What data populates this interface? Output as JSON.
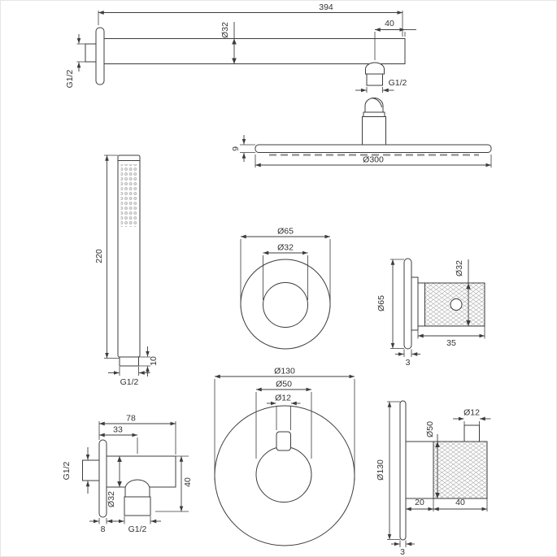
{
  "colors": {
    "line": "#3c3c3c",
    "label": "#333333",
    "thread_fill": "#a6a6a6",
    "thread_stripe": "#7a7a7a",
    "knurl_line": "#b2b2b2",
    "nozzle": "#9a9a9a",
    "background": "#ffffff"
  },
  "views": {
    "shower_arm": {
      "length": "394",
      "pipe_diameter": "Ø32",
      "drop_offset": "40",
      "wall_thread": "G1/2",
      "outlet_thread": "G1/2"
    },
    "rain_head": {
      "diameter": "Ø300",
      "thickness": "9"
    },
    "hand_shower": {
      "length": "220",
      "connector_height": "10",
      "thread": "G1/2"
    },
    "small_trim_front": {
      "plate_diameter": "Ø65",
      "handle_diameter": "Ø32"
    },
    "small_trim_side": {
      "plate_diameter": "Ø65",
      "handle_diameter": "Ø32",
      "handle_depth": "35",
      "plate_thickness": "3"
    },
    "large_trim_front": {
      "plate_diameter": "Ø130",
      "handle_diameter": "Ø50",
      "stub_diameter": "Ø12"
    },
    "large_trim_side": {
      "plate_diameter": "Ø130",
      "handle_diameter": "Ø50",
      "stub_diameter": "Ø12",
      "base_depth": "20",
      "handle_depth": "40",
      "plate_thickness": "3"
    },
    "wall_outlet": {
      "total_depth": "78",
      "outlet_offset": "33",
      "inlet_thread": "G1/2",
      "outlet_diameter": "Ø32",
      "plate_thickness": "8",
      "outlet_thread": "G1/2",
      "height": "40"
    }
  }
}
